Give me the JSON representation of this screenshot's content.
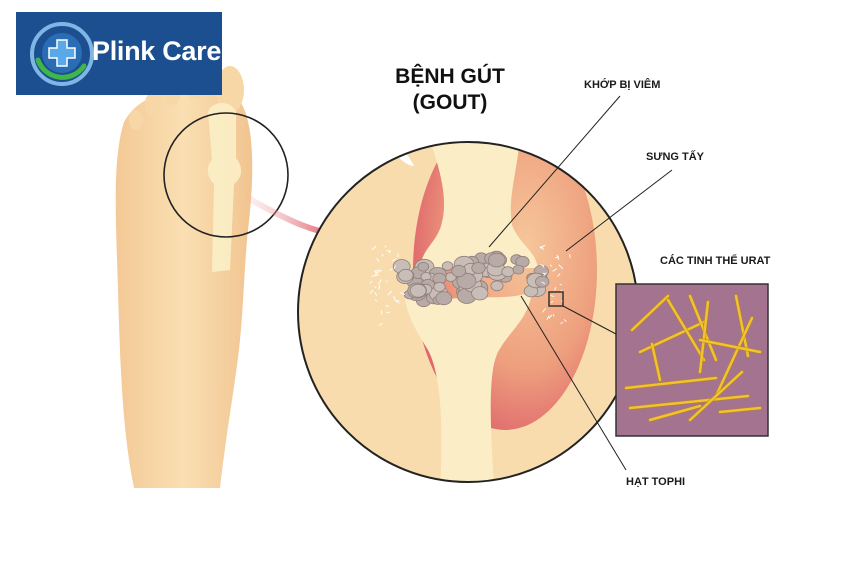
{
  "brand": {
    "name": "Plink Care"
  },
  "title": {
    "line1": "BỆNH GÚT",
    "line2": "(GOUT)"
  },
  "labels": {
    "inflamed_joint": "KHỚP BỊ VIÊM",
    "swelling": "SƯNG TẤY",
    "urate_crystals": "CÁC TINH THỂ URAT",
    "tophi": "HẠT TOPHI"
  },
  "colors": {
    "brand_navy": "#1c4f8f",
    "skin": "#f9d9a8",
    "inflammation": "#dc5a68",
    "bone": "#fbeec6",
    "crystal_panel": "#a4738f",
    "crystal": "#f3c22c",
    "pointer_arrow": "#d0202e"
  }
}
